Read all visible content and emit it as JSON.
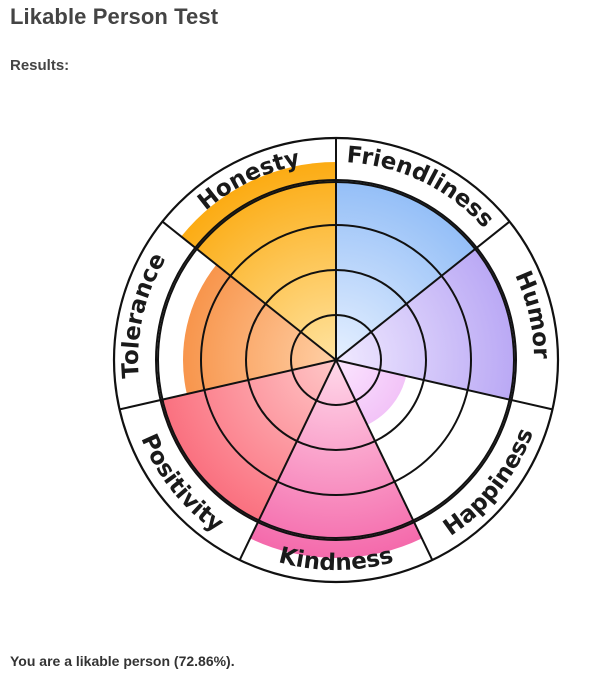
{
  "page": {
    "title": "Likable Person Test",
    "results_label": "Results:",
    "conclusion": "You are a likable person (72.86%)."
  },
  "chart_data": {
    "type": "polar-area",
    "max_value": 5,
    "rings": 5,
    "categories": [
      {
        "name": "Friendliness",
        "value": 4.0,
        "color_inner": "#e6f0ff",
        "color_outer": "#7fb2f5"
      },
      {
        "name": "Humor",
        "value": 4.0,
        "color_inner": "#f0e9ff",
        "color_outer": "#ac98f2"
      },
      {
        "name": "Happiness",
        "value": 1.6,
        "color_inner": "#fbe6ff",
        "color_outer": "#e07ae8"
      },
      {
        "name": "Kindness",
        "value": 4.4,
        "color_inner": "#ffd9ea",
        "color_outer": "#f35ba3"
      },
      {
        "name": "Positivity",
        "value": 4.0,
        "color_inner": "#ffc7c7",
        "color_outer": "#f95a6d"
      },
      {
        "name": "Tolerance",
        "value": 3.4,
        "color_inner": "#ffcfa5",
        "color_outer": "#f47a22"
      },
      {
        "name": "Honesty",
        "value": 4.4,
        "color_inner": "#ffe3a0",
        "color_outer": "#fba400"
      }
    ]
  }
}
